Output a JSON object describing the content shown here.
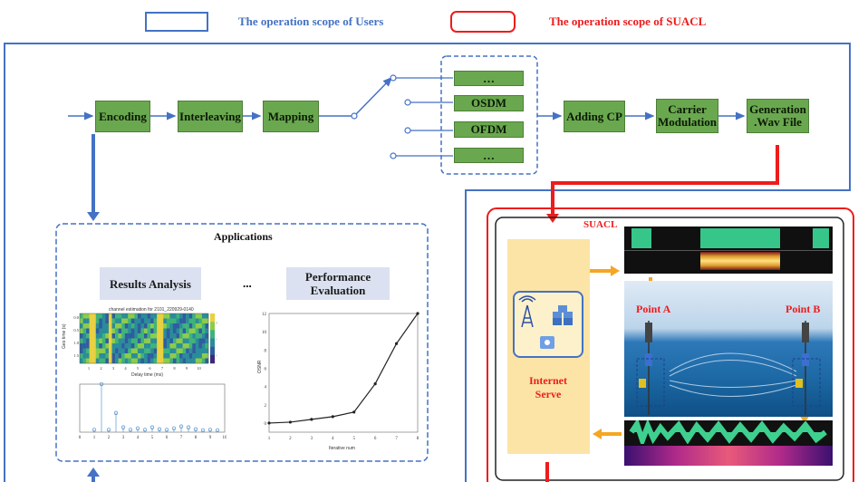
{
  "legend": {
    "users_label": "The operation scope of Users",
    "suacl_label": "The operation scope of SUACL",
    "users_color": "#4472c4",
    "suacl_color": "#ee1c1c"
  },
  "pipeline": {
    "encoding": "Encoding",
    "interleaving": "Interleaving",
    "mapping": "Mapping",
    "mod_dots_top": "…",
    "osdm": "OSDM",
    "ofdm": "OFDM",
    "mod_dots_bottom": "…",
    "adding_cp": "Adding CP",
    "carrier_modulation": "Carrier\nModulation",
    "generation_wav": "Generation\n.Wav File"
  },
  "applications": {
    "title": "Applications",
    "results_analysis": "Results Analysis",
    "ellipsis": "...",
    "performance_evaluation": "Performance\nEvaluation",
    "heatmap_title": "channel estimation for 2101_220929-0140",
    "heatmap_xlabel": "Delay time (ms)",
    "heatmap_ylabel": "Geo time (s)",
    "perf_xlabel": "Iterative num",
    "perf_ylabel": "OSNR"
  },
  "suacl": {
    "title": "SUACL",
    "internet_serve": "Internet\nServe",
    "point_a": "Point A",
    "point_b": "Point B"
  },
  "chart_data": [
    {
      "type": "line",
      "x": [
        1,
        2,
        3,
        4,
        5,
        6,
        7,
        8
      ],
      "values": [
        0,
        0.1,
        0.4,
        0.7,
        1.2,
        4.3,
        8.7,
        12
      ],
      "xlabel": "Iterative num",
      "ylabel": "OSNR",
      "xlim": [
        1,
        8
      ],
      "ylim": [
        -1,
        12
      ],
      "xticks": [
        "1",
        "2",
        "3",
        "4",
        "5",
        "6",
        "7",
        "8"
      ],
      "yticks": [
        "0",
        "2",
        "4",
        "6",
        "8",
        "10",
        "12"
      ]
    },
    {
      "type": "scatter",
      "x": [
        1,
        1.5,
        2,
        2.5,
        3,
        3.5,
        4,
        4.5,
        5,
        5.5,
        6,
        6.5,
        7,
        7.5,
        8,
        8.5,
        9,
        9.5
      ],
      "values": [
        0.05,
        1,
        0.05,
        0.4,
        0.1,
        0.05,
        0.08,
        0.05,
        0.1,
        0.06,
        0.05,
        0.08,
        0.12,
        0.1,
        0.06,
        0.04,
        0.05,
        0.04
      ],
      "xlim": [
        0,
        10
      ],
      "ylim": [
        0,
        1
      ],
      "xticks": [
        "0",
        "1",
        "2",
        "3",
        "4",
        "5",
        "6",
        "7",
        "8",
        "9",
        "10"
      ]
    },
    {
      "type": "heatmap",
      "title": "channel estimation for 2101_220929-0140",
      "xlabel": "Delay time (ms)",
      "ylabel": "Geo time (s)",
      "xticks": [
        "1",
        "2",
        "3",
        "4",
        "5",
        "6",
        "7",
        "8",
        "9",
        "10"
      ],
      "yticks": [
        "0.0",
        "0.5",
        "1.0",
        "1.5"
      ],
      "colorbar_ticks": [
        "-50",
        "-100",
        "-150"
      ]
    }
  ]
}
